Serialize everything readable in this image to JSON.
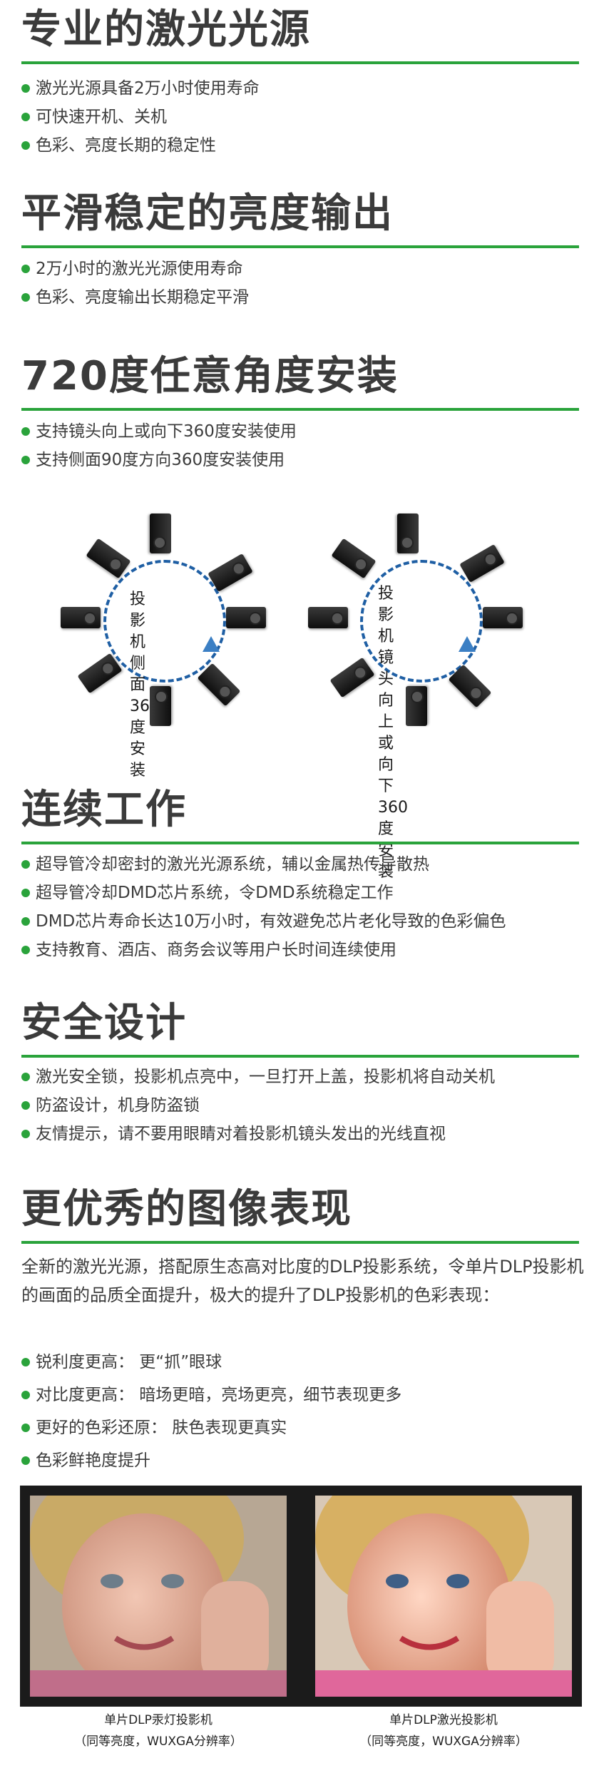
{
  "sections": [
    {
      "title": "专业的激光光源",
      "bullets": [
        "激光光源具备2万小时使用寿命",
        "可快速开机、关机",
        "色彩、亮度长期的稳定性"
      ]
    },
    {
      "title": "平滑稳定的亮度输出",
      "bullets": [
        "2万小时的激光光源使用寿命",
        "色彩、亮度输出长期稳定平滑"
      ]
    },
    {
      "title": "720度任意角度安装",
      "bullets": [
        "支持镜头向上或向下360度安装使用",
        "支持侧面90度方向360度安装使用"
      ]
    },
    {
      "title": "连续工作",
      "bullets": [
        "超导管冷却密封的激光光源系统，辅以金属热传导散热",
        "超导管冷却DMD芯片系统，令DMD系统稳定工作",
        "DMD芯片寿命长达10万小时，有效避免芯片老化导致的色彩偏色",
        "支持教育、酒店、商务会议等用户长时间连续使用"
      ]
    },
    {
      "title": "安全设计",
      "bullets": [
        "激光安全锁，投影机点亮中，一旦打开上盖，投影机将自动关机",
        "防盗设计，机身防盗锁",
        "友情提示，请不要用眼睛对着投影机镜头发出的光线直视"
      ]
    },
    {
      "title": "更优秀的图像表现",
      "paragraph": "全新的激光光源，搭配原生态高对比度的DLP投影系统，令单片DLP投影机的画面的品质全面提升，极大的提升了DLP投影机的色彩表现：",
      "bullets": [
        "锐利度更高： 更“抓”眼球",
        "对比度更高： 暗场更暗，亮场更亮，细节表现更多",
        "更好的色彩还原： 肤色表现更真实",
        "色彩鲜艳度提升"
      ]
    }
  ],
  "diagrams": [
    {
      "label": "投影机侧\n面360度安\n装"
    },
    {
      "label": "投影机镜\n头向上或\n向下360度\n安装"
    }
  ],
  "comparison": [
    {
      "caption": "单片DLP汞灯投影机\n（同等亮度，WUXGA分辨率）"
    },
    {
      "caption": "单片DLP激光投影机\n（同等亮度，WUXGA分辨率）"
    }
  ],
  "colors": {
    "accent": "#2aa33b",
    "heading": "#3b3b3b",
    "circle": "#1f5fa4"
  }
}
